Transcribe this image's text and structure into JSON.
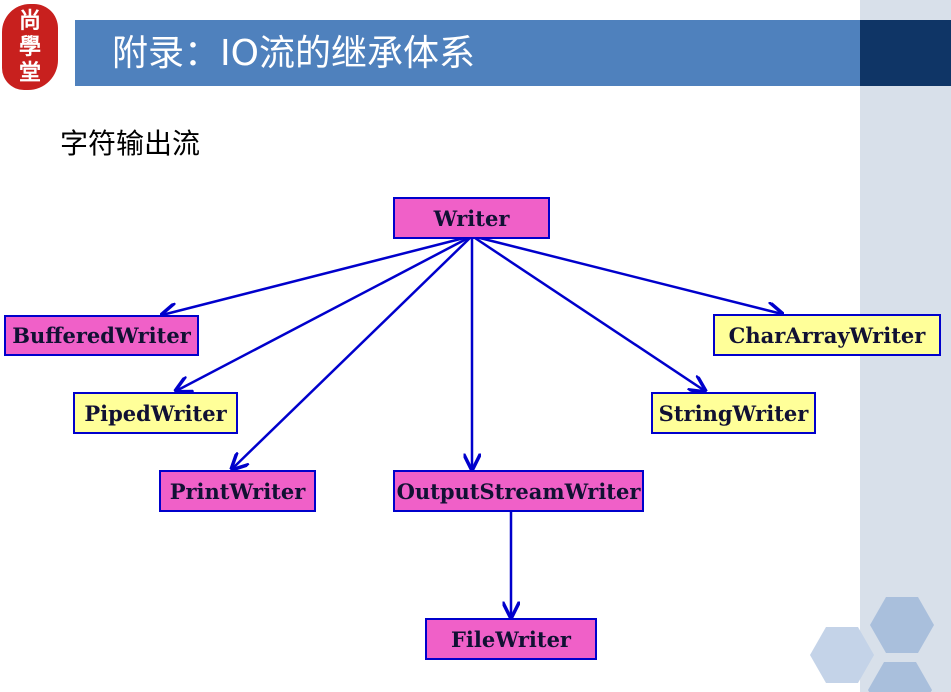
{
  "slide": {
    "title": "附录：IO流的继承体系",
    "subtitle": "字符输出流",
    "seal_chars": [
      "尚",
      "學",
      "堂"
    ]
  },
  "colors": {
    "title_bar": "#4f81bd",
    "title_dark": "#0f3566",
    "node_pink": "#f060c8",
    "node_yellow": "#ffff99",
    "edge": "#0000cc"
  },
  "diagram": {
    "root": "Writer",
    "children": [
      {
        "label": "BufferedWriter",
        "fill": "pink"
      },
      {
        "label": "PipedWriter",
        "fill": "yellow"
      },
      {
        "label": "PrintWriter",
        "fill": "pink"
      },
      {
        "label": "OutputStreamWriter",
        "fill": "pink"
      },
      {
        "label": "StringWriter",
        "fill": "yellow"
      },
      {
        "label": "CharArrayWriter",
        "fill": "yellow"
      }
    ],
    "grandchild": {
      "label": "FileWriter",
      "parent": "OutputStreamWriter",
      "fill": "pink"
    }
  }
}
